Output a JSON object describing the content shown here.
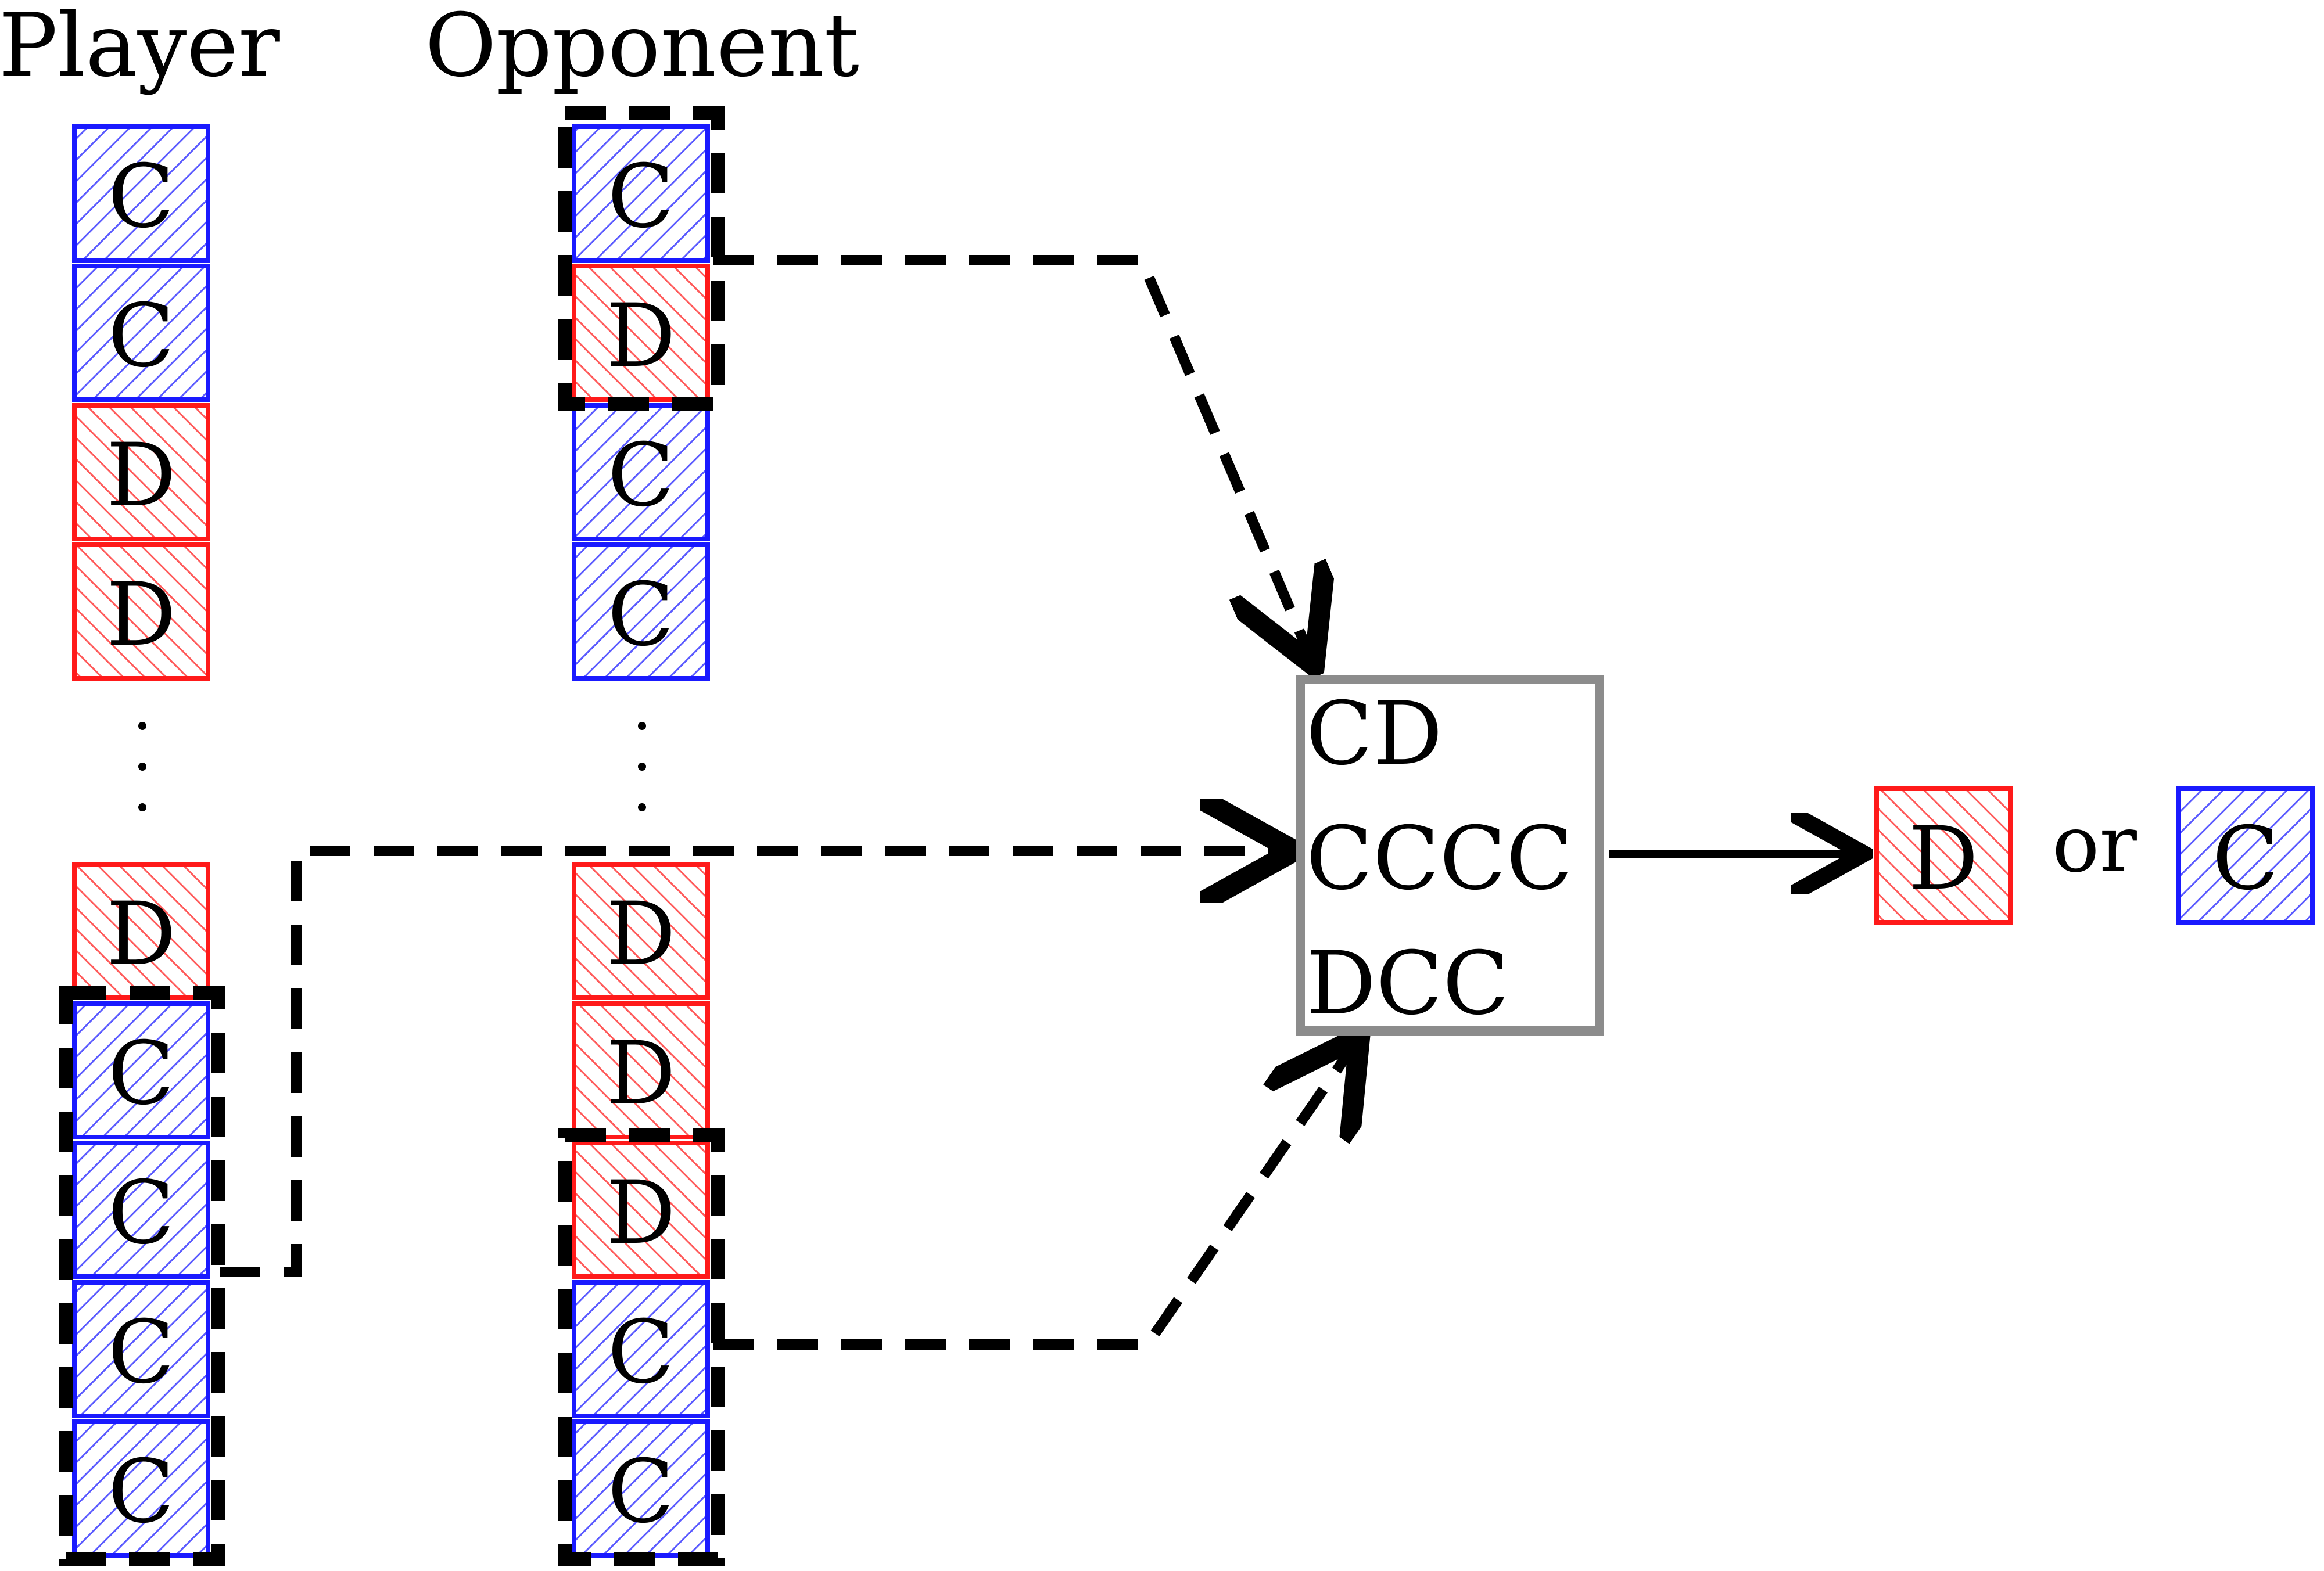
{
  "headers": {
    "player": "Player",
    "opponent": "Opponent"
  },
  "colors": {
    "C": "#1a1aff",
    "D": "#ff1a1a",
    "ink": "#000000",
    "memory_border": "#8c8c8c"
  },
  "player_column": {
    "early_moves": [
      "C",
      "C",
      "D",
      "D"
    ],
    "late_moves": [
      "D",
      "C",
      "C",
      "C",
      "C"
    ]
  },
  "opponent_column": {
    "early_moves": [
      "C",
      "D",
      "C",
      "C"
    ],
    "late_moves": [
      "D",
      "D",
      "D",
      "C",
      "C"
    ]
  },
  "memory": {
    "lines": [
      "CD",
      "CCCC",
      "DCC"
    ]
  },
  "output": {
    "options": [
      "D",
      "C"
    ],
    "separator": "or"
  }
}
